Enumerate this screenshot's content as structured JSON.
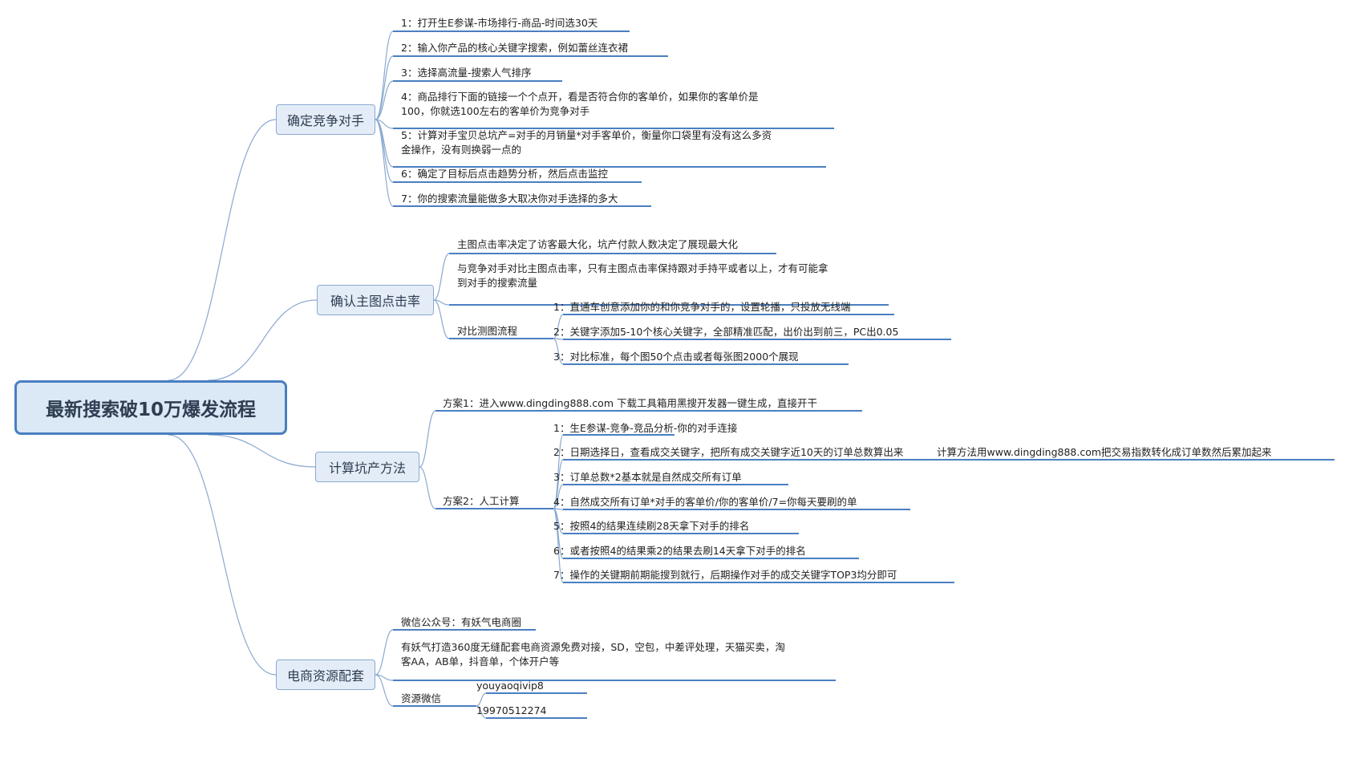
{
  "root": {
    "label": "最新搜索破10万爆发流程"
  },
  "branches": [
    {
      "label": "确定竞争对手",
      "items": [
        "1：打开生E参谋-市场排行-商品-时间选30天",
        "2：输入你产品的核心关键字搜索，例如蕾丝连衣裙",
        "3：选择高流量-搜索人气排序",
        "4：商品排行下面的链接一个个点开，看是否符合你的客单价，如果你的客单价是100，你就选100左右的客单价为竞争对手",
        "5：计算对手宝贝总坑产=对手的月销量*对手客单价，衡量你口袋里有没有这么多资金操作，没有则换弱一点的",
        "6：确定了目标后点击趋势分析，然后点击监控",
        "7：你的搜索流量能做多大取决你对手选择的多大"
      ]
    },
    {
      "label": "确认主图点击率",
      "items": [
        "主图点击率决定了访客最大化，坑产付款人数决定了展现最大化",
        "与竞争对手对比主图点击率，只有主图点击率保持跟对手持平或者以上，才有可能拿到对手的搜索流量"
      ],
      "sub": {
        "label": "对比测图流程",
        "items": [
          "1：直通车创意添加你的和你竞争对手的，设置轮播，只投放无线端",
          "2：关键字添加5-10个核心关键字，全部精准匹配，出价出到前三，PC出0.05",
          "3：对比标准，每个图50个点击或者每张图2000个展现"
        ]
      }
    },
    {
      "label": "计算坑产方法",
      "plan1": "方案1：进入www.dingding888.com 下载工具箱用黑搜开发器一键生成，直接开干",
      "plan2": {
        "label": "方案2：人工计算",
        "items": [
          "1：生E参谋-竞争-竞品分析-你的对手连接",
          "2：日期选择日，查看成交关键字，把所有成交关键字近10天的订单总数算出来",
          "3：订单总数*2基本就是自然成交所有订单",
          "4：自然成交所有订单*对手的客单价/你的客单价/7=你每天要刷的单",
          "5：按照4的结果连续刷28天拿下对手的排名",
          "6：或者按照4的结果乘2的结果去刷14天拿下对手的排名",
          "7：操作的关键期前期能搜到就行，后期操作对手的成交关键字TOP3均分即可"
        ],
        "note": "计算方法用www.dingding888.com把交易指数转化成订单数然后累加起来"
      }
    },
    {
      "label": "电商资源配套",
      "items": [
        "微信公众号：有妖气电商圈",
        "有妖气打造360度无缝配套电商资源免费对接，SD，空包，中差评处理，天猫买卖，淘客AA，AB单，抖音单，个体开户等"
      ],
      "contact": {
        "label": "资源微信",
        "items": [
          "youyaoqivip8",
          "19970512274"
        ]
      }
    }
  ],
  "colors": {
    "link": "#8aa9cf",
    "underline": "#4a7fc1",
    "root_border": "#4a7fc1",
    "node_fill": "#e4edf7"
  }
}
